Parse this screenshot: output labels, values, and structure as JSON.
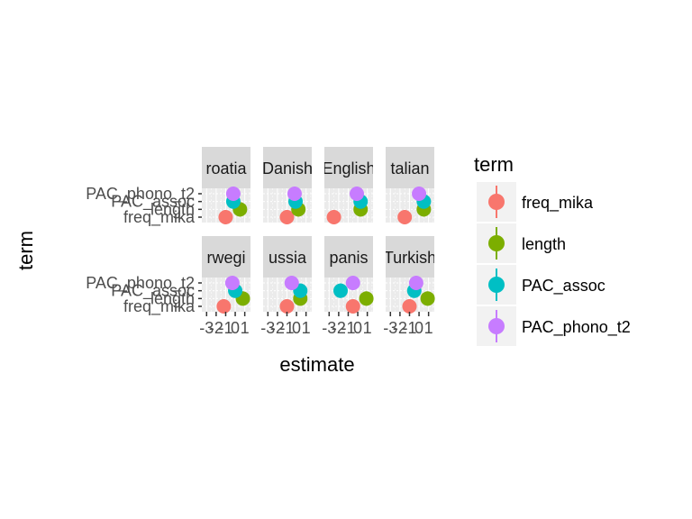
{
  "chart_data": {
    "type": "scatter",
    "subtype": "faceted-coefficient-plot-with-errorbars",
    "xlabel": "estimate",
    "ylabel": "term",
    "xlim": [
      -3.5,
      1.6
    ],
    "x_ticks": [
      -3,
      -2,
      -1,
      0,
      1
    ],
    "x_tick_labels": [
      "-3",
      "-2",
      "-1",
      "0",
      "1"
    ],
    "y_categories": [
      "freq_mika",
      "length",
      "PAC_assoc",
      "PAC_phono_t2"
    ],
    "facet_labels_shown": [
      "roatia",
      "Danish",
      "English",
      "talian",
      "rwegi",
      "ussia",
      "panis",
      "Turkish"
    ],
    "legend": {
      "title": "term",
      "position": "right",
      "entries": [
        {
          "name": "freq_mika",
          "color": "#F8766D"
        },
        {
          "name": "length",
          "color": "#7CAE00"
        },
        {
          "name": "PAC_assoc",
          "color": "#00BFC4"
        },
        {
          "name": "PAC_phono_t2",
          "color": "#C77CFF"
        }
      ]
    },
    "grid": true,
    "facets": [
      {
        "label": "roatia",
        "points": [
          {
            "term": "freq_mika",
            "estimate": -1.0,
            "lo": -1.2,
            "hi": -0.8
          },
          {
            "term": "length",
            "estimate": 0.5,
            "lo": 0.3,
            "hi": 0.7
          },
          {
            "term": "PAC_assoc",
            "estimate": -0.2,
            "lo": -0.4,
            "hi": 0.0
          },
          {
            "term": "PAC_phono_t2",
            "estimate": -0.2,
            "lo": -0.4,
            "hi": 0.0
          }
        ]
      },
      {
        "label": "Danish",
        "points": [
          {
            "term": "freq_mika",
            "estimate": -1.0,
            "lo": -1.2,
            "hi": -0.8
          },
          {
            "term": "length",
            "estimate": 0.2,
            "lo": 0.0,
            "hi": 0.4
          },
          {
            "term": "PAC_assoc",
            "estimate": -0.1,
            "lo": -0.3,
            "hi": 0.1
          },
          {
            "term": "PAC_phono_t2",
            "estimate": -0.2,
            "lo": -0.4,
            "hi": 0.0
          }
        ]
      },
      {
        "label": "English",
        "points": [
          {
            "term": "freq_mika",
            "estimate": -2.5,
            "lo": -2.7,
            "hi": -2.3
          },
          {
            "term": "length",
            "estimate": 0.3,
            "lo": 0.1,
            "hi": 0.5
          },
          {
            "term": "PAC_assoc",
            "estimate": 0.3,
            "lo": 0.1,
            "hi": 0.5
          },
          {
            "term": "PAC_phono_t2",
            "estimate": -0.1,
            "lo": -0.3,
            "hi": 0.1
          }
        ]
      },
      {
        "label": "talian",
        "points": [
          {
            "term": "freq_mika",
            "estimate": -1.5,
            "lo": -1.7,
            "hi": -1.3
          },
          {
            "term": "length",
            "estimate": 0.5,
            "lo": 0.3,
            "hi": 0.7
          },
          {
            "term": "PAC_assoc",
            "estimate": 0.5,
            "lo": 0.3,
            "hi": 0.7
          },
          {
            "term": "PAC_phono_t2",
            "estimate": 0.0,
            "lo": -0.2,
            "hi": 0.2
          }
        ]
      },
      {
        "label": "rwegi",
        "points": [
          {
            "term": "freq_mika",
            "estimate": -1.2,
            "lo": -1.4,
            "hi": -1.0
          },
          {
            "term": "length",
            "estimate": 0.8,
            "lo": 0.6,
            "hi": 1.0
          },
          {
            "term": "PAC_assoc",
            "estimate": 0.0,
            "lo": -0.2,
            "hi": 0.2
          },
          {
            "term": "PAC_phono_t2",
            "estimate": -0.3,
            "lo": -0.5,
            "hi": -0.1
          }
        ]
      },
      {
        "label": "ussia",
        "points": [
          {
            "term": "freq_mika",
            "estimate": -1.0,
            "lo": -1.2,
            "hi": -0.8
          },
          {
            "term": "length",
            "estimate": 0.4,
            "lo": 0.2,
            "hi": 0.6
          },
          {
            "term": "PAC_assoc",
            "estimate": 0.4,
            "lo": 0.2,
            "hi": 0.6
          },
          {
            "term": "PAC_phono_t2",
            "estimate": -0.5,
            "lo": -0.7,
            "hi": -0.3
          }
        ]
      },
      {
        "label": "panis",
        "points": [
          {
            "term": "freq_mika",
            "estimate": -0.5,
            "lo": -0.7,
            "hi": -0.3
          },
          {
            "term": "length",
            "estimate": 0.9,
            "lo": 0.7,
            "hi": 1.1
          },
          {
            "term": "PAC_assoc",
            "estimate": -1.8,
            "lo": -2.0,
            "hi": -1.6
          },
          {
            "term": "PAC_phono_t2",
            "estimate": -0.5,
            "lo": -0.7,
            "hi": -0.3
          }
        ]
      },
      {
        "label": "Turkish",
        "points": [
          {
            "term": "freq_mika",
            "estimate": -1.0,
            "lo": -1.2,
            "hi": -0.8
          },
          {
            "term": "length",
            "estimate": 0.9,
            "lo": 0.7,
            "hi": 1.1
          },
          {
            "term": "PAC_assoc",
            "estimate": -0.5,
            "lo": -0.7,
            "hi": -0.3
          },
          {
            "term": "PAC_phono_t2",
            "estimate": -0.3,
            "lo": -0.5,
            "hi": -0.1
          }
        ]
      }
    ]
  }
}
